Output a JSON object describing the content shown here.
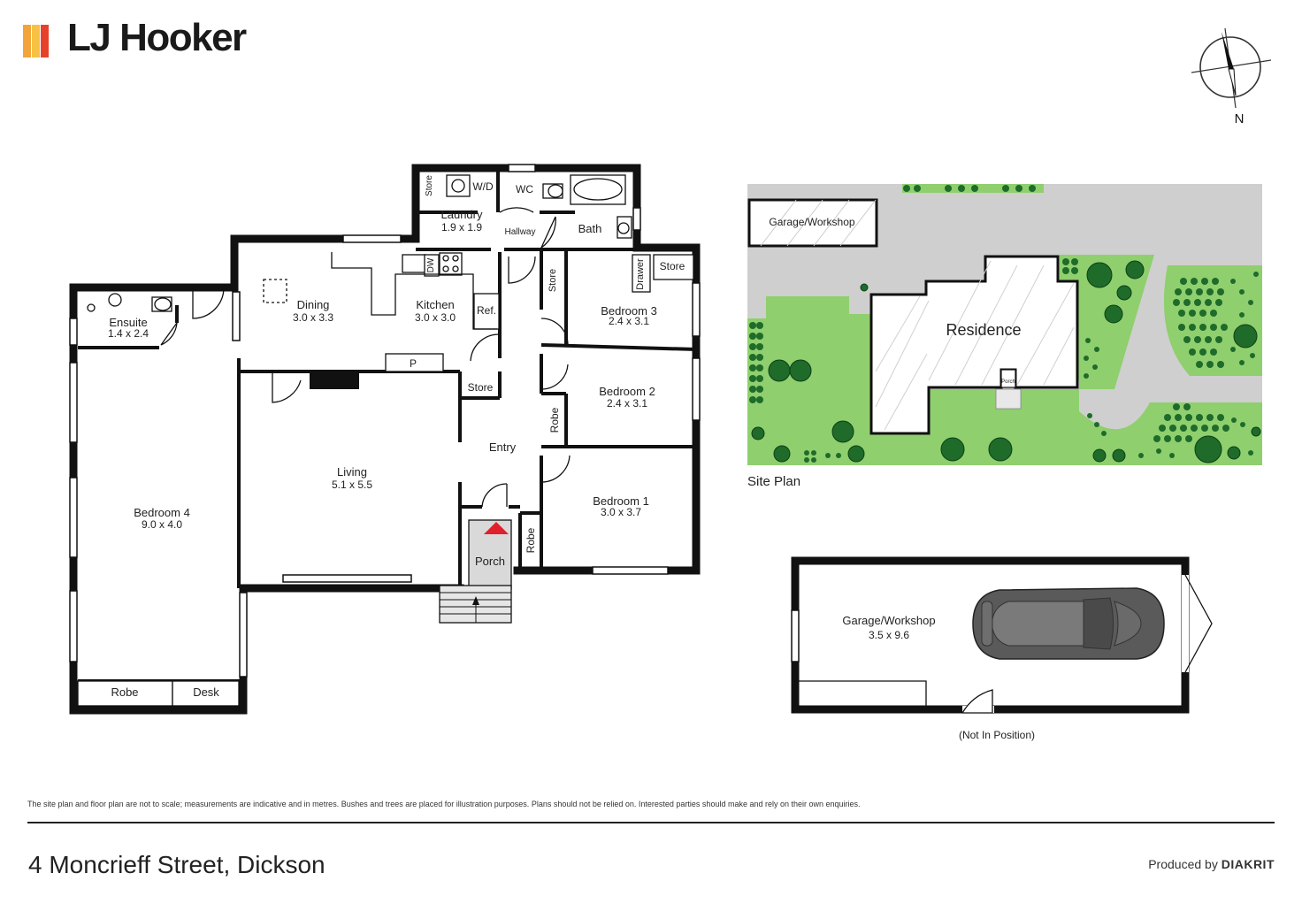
{
  "brand": {
    "name": "LJ Hooker",
    "logo_colors": [
      "#f2a33a",
      "#f7c244",
      "#e8412a"
    ]
  },
  "compass": {
    "north_label": "N"
  },
  "floor_plan": {
    "rooms": {
      "store_laundry": "Store",
      "wd": "W/D",
      "wc": "WC",
      "laundry_name": "Laundry",
      "laundry_dim": "1.9 x 1.9",
      "hallway": "Hallway",
      "bath": "Bath",
      "dining_name": "Dining",
      "dining_dim": "3.0 x 3.3",
      "kitchen_name": "Kitchen",
      "kitchen_dim": "3.0 x 3.0",
      "dw": "DW",
      "ref": "Ref.",
      "store_hall": "Store",
      "drawer": "Drawer",
      "store_bed3": "Store",
      "bedroom3_name": "Bedroom 3",
      "bedroom3_dim": "2.4 x 3.1",
      "ensuite_name": "Ensuite",
      "ensuite_dim": "1.4 x 2.4",
      "pantry": "P",
      "store_entry": "Store",
      "bedroom2_name": "Bedroom 2",
      "bedroom2_dim": "2.4 x 3.1",
      "robe_bed2": "Robe",
      "entry": "Entry",
      "living_name": "Living",
      "living_dim": "5.1 x 5.5",
      "bedroom4_name": "Bedroom 4",
      "bedroom4_dim": "9.0 x 4.0",
      "bedroom1_name": "Bedroom 1",
      "bedroom1_dim": "3.0 x 3.7",
      "robe_bed1": "Robe",
      "porch": "Porch",
      "robe_bed4": "Robe",
      "desk": "Desk"
    }
  },
  "site_plan": {
    "label": "Site Plan",
    "garage_label": "Garage/Workshop",
    "residence_label": "Residence",
    "porch_label": "Porch",
    "colors": {
      "paving": "#cfcfcf",
      "lawn": "#8fcf6e",
      "tree": "#1e6b2a"
    }
  },
  "garage_plan": {
    "name": "Garage/Workshop",
    "dim": "3.5 x 9.6",
    "note": "(Not In Position)"
  },
  "footer": {
    "disclaimer": "The site plan and floor plan are not to scale; measurements are indicative and in metres. Bushes and trees are placed for illustration purposes. Plans should not be relied on. Interested parties should make and rely on their own enquiries.",
    "address": "4 Moncrieff Street, Dickson",
    "produced_by": "Produced by",
    "producer": "DIAKRIT"
  }
}
